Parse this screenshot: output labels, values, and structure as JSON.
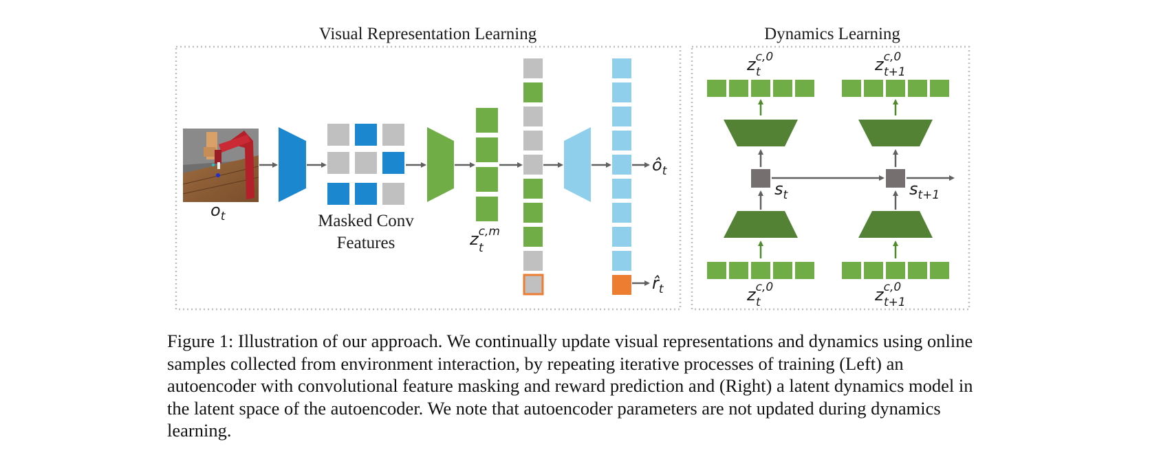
{
  "panels": {
    "left_title": "Visual Representation Learning",
    "right_title": "Dynamics Learning"
  },
  "labels": {
    "observation": "o",
    "observation_sub": "t",
    "masked_line1": "Masked Conv",
    "masked_line2": "Features",
    "z_masked": "z",
    "z_masked_sup": "c,m",
    "z_masked_sub": "t",
    "o_hat": "ô",
    "o_hat_sub": "t",
    "r_hat": "r̂",
    "r_hat_sub": "t",
    "z_t": "z",
    "z_t_sup": "c,0",
    "z_t_sub": "t",
    "z_t1": "z",
    "z_t1_sup": "c,0",
    "z_t1_sub": "t+1",
    "s_t": "s",
    "s_t_sub": "t",
    "s_t1": "s",
    "s_t1_sub": "t+1"
  },
  "colors": {
    "encoder_blue": "#1a87cf",
    "mask_gray": "#c0c0c0",
    "latent_green": "#71ad47",
    "dynamics_green": "#548235",
    "decoder_lightblue": "#8fcfeb",
    "reward_orange": "#ed7d31",
    "state_gray": "#766f70",
    "arrow_gray": "#606060",
    "arrow_green": "#4f8a2b"
  },
  "caption": "Figure 1: Illustration of our approach. We continually update visual representations and dynamics using online samples collected from environment interaction, by repeating iterative processes of training (Left) an autoencoder with convolutional feature masking and reward prediction and (Right) a latent dynamics model in the latent space of the autoencoder. We note that autoencoder parameters are not updated during dynamics learning."
}
